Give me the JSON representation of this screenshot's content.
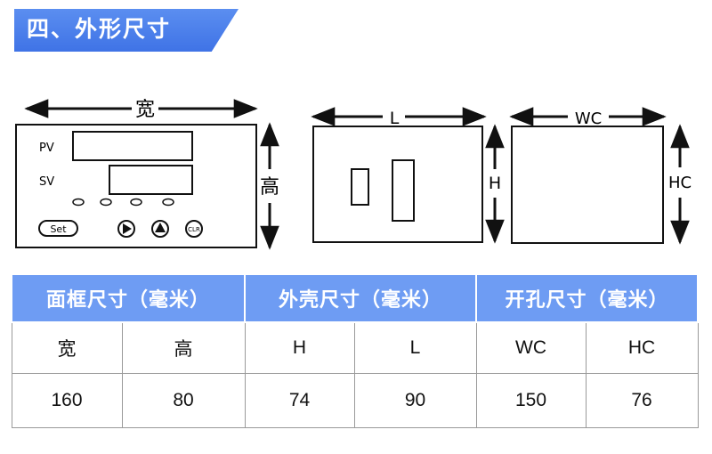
{
  "section_title": "四、外形尺寸",
  "diagram": {
    "panel": {
      "width_label": "宽",
      "height_label": "高",
      "pv_label": "PV",
      "sv_label": "SV",
      "set_label": "Set",
      "clr_label": "CLR"
    },
    "shell": {
      "width_label": "L",
      "height_label": "H"
    },
    "cutout": {
      "width_label": "WC",
      "height_label": "HC"
    }
  },
  "table": {
    "groups": [
      "面框尺寸（毫米）",
      "外壳尺寸（毫米）",
      "开孔尺寸（毫米）"
    ],
    "headers": [
      "宽",
      "高",
      "H",
      "L",
      "WC",
      "HC"
    ],
    "values": [
      "160",
      "80",
      "74",
      "90",
      "150",
      "76"
    ]
  }
}
